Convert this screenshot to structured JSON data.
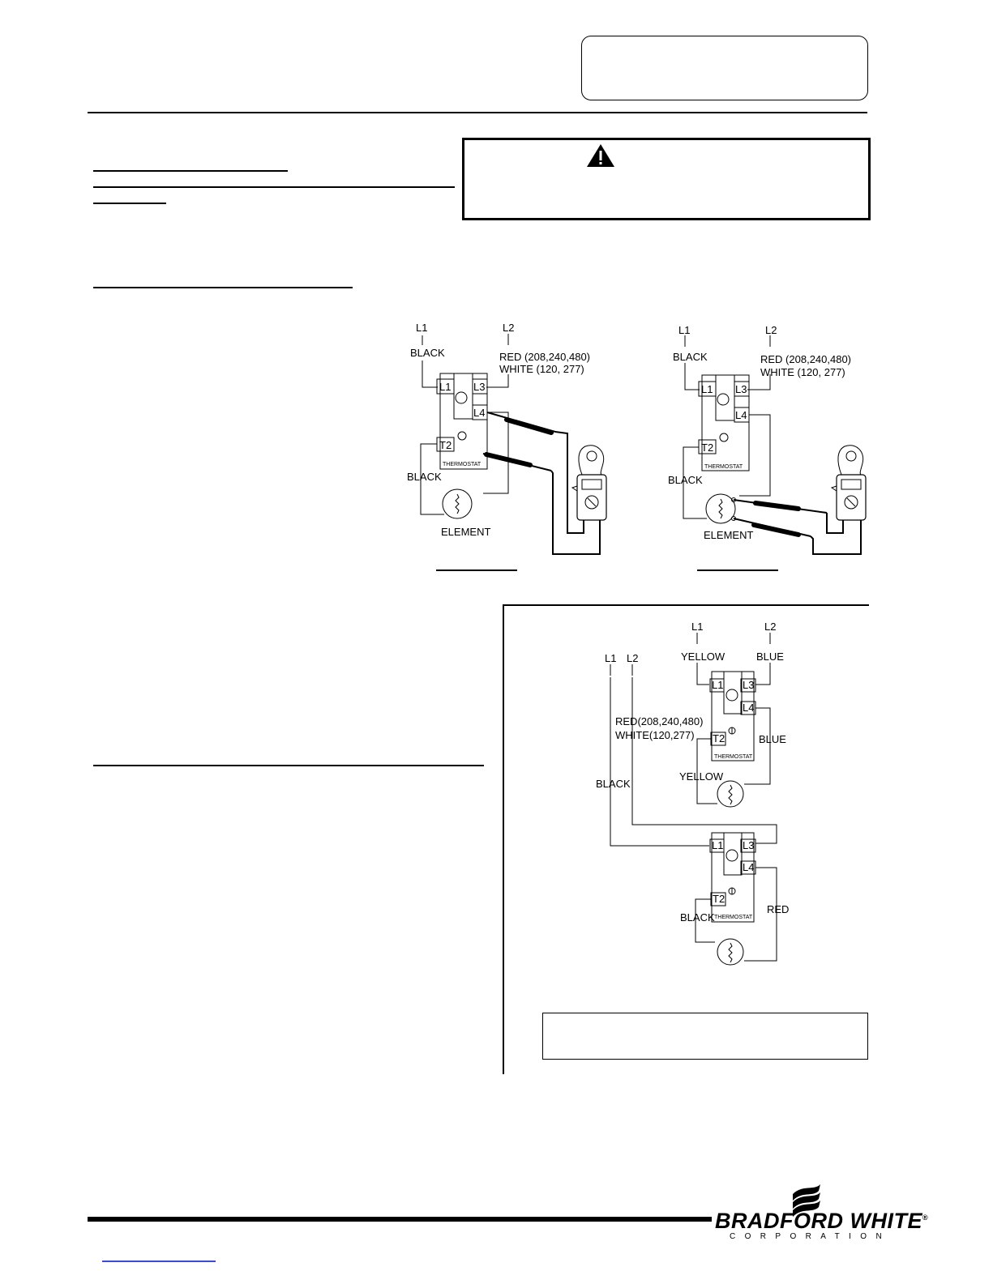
{
  "logo": {
    "brand_word": "BRADFORD WHITE",
    "registered_mark": "®",
    "sub_word": "CORPORATION"
  },
  "figure_top_left": {
    "l1": "L1",
    "black_top": "BLACK",
    "l2": "L2",
    "red_note": "RED (208,240,480)",
    "white_note": "WHITE (120, 277)",
    "term_l1": "L1",
    "term_l3": "L3",
    "term_l4": "L4",
    "term_t2": "T2",
    "thermostat": "THERMOSTAT",
    "black_side": "BLACK",
    "element": "ELEMENT"
  },
  "figure_top_right": {
    "l1": "L1",
    "black_top": "BLACK",
    "l2": "L2",
    "red_note": "RED (208,240,480)",
    "white_note": "WHITE (120, 277)",
    "term_l1": "L1",
    "term_l3": "L3",
    "term_l4": "L4",
    "term_t2": "T2",
    "thermostat": "THERMOSTAT",
    "black_side": "BLACK",
    "element": "ELEMENT"
  },
  "figure_dual": {
    "upper_l1": "L1",
    "upper_l2": "L2",
    "yellow": "YELLOW",
    "blue": "BLUE",
    "left_l1": "L1",
    "left_l2": "L2",
    "red_note": "RED(208,240,480)",
    "white_note": "WHITE(120,277)",
    "blue_side": "BLUE",
    "yellow_side": "YELLOW",
    "black_long": "BLACK",
    "black_lower": "BLACK",
    "red_side": "RED",
    "term_l1": "L1",
    "term_l3": "L3",
    "term_l4": "L4",
    "term_t2": "T2",
    "thermostat": "THERMOSTAT"
  }
}
